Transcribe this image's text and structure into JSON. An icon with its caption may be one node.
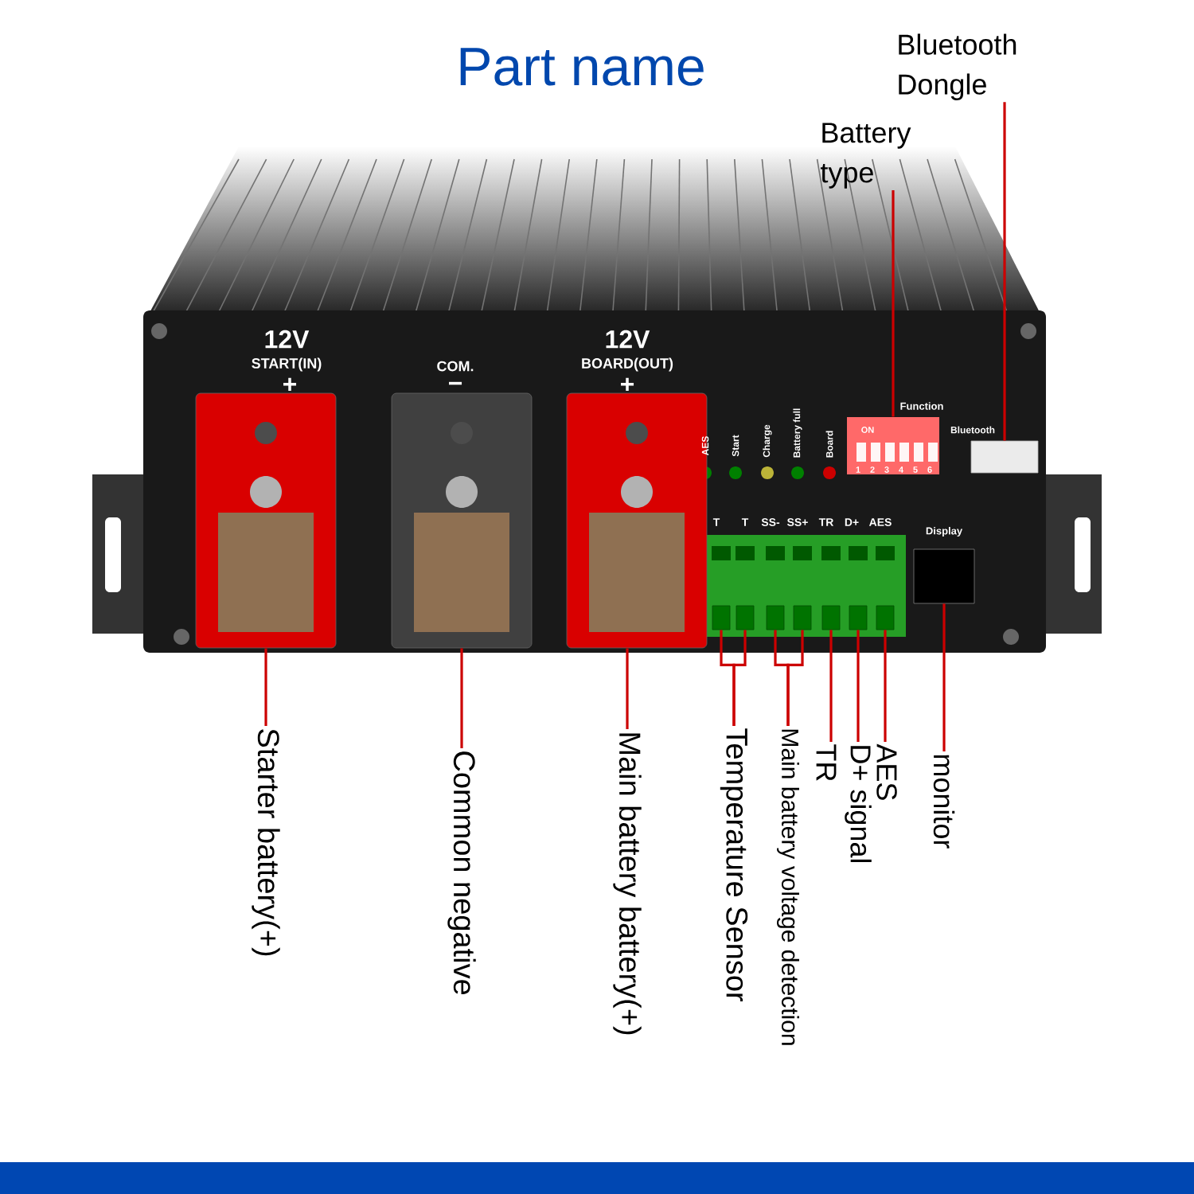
{
  "diagram": {
    "title": "Part name",
    "nodes": [
      {
        "text": [
          "Starter battery(+)"
        ]
      },
      {
        "text": [
          "Common negative"
        ]
      },
      {
        "text": [
          "Main battery battery(+)"
        ]
      },
      {
        "text": [
          "Temperature Sensor"
        ]
      },
      {
        "text": [
          "Main battery voltage detection"
        ]
      },
      {
        "text": [
          "TR"
        ]
      },
      {
        "text": [
          "D+ signal"
        ]
      },
      {
        "text": [
          "AES"
        ]
      },
      {
        "text": [
          "monitor"
        ]
      },
      {
        "text": [
          "Battery type"
        ]
      },
      {
        "text": [
          "Bluetooth Dongle"
        ]
      },
      {
        "text": [],
        "shape": "box",
        "beside": [
          "12V",
          "START(IN)",
          "+"
        ]
      },
      {
        "text": [],
        "shape": "box",
        "beside": [
          "COM.",
          "−"
        ]
      },
      {
        "text": [],
        "shape": "box",
        "beside": [
          "12V",
          "BOARD(OUT)",
          "+"
        ]
      },
      {
        "text": [],
        "shape": "box"
      },
      {
        "text": [],
        "shape": "box"
      },
      {
        "text": [],
        "shape": "box"
      },
      {
        "text": [],
        "shape": "box"
      },
      {
        "text": [],
        "shape": "box"
      },
      {
        "text": [],
        "shape": "box"
      },
      {
        "text": [],
        "shape": "box"
      },
      {
        "text": [],
        "shape": "box",
        "beside": [
          "Display"
        ]
      },
      {
        "text": [],
        "shape": "box",
        "beside": [
          "Function"
        ]
      },
      {
        "text": [],
        "shape": "box",
        "beside": [
          "Bluetooth"
        ]
      }
    ],
    "edges": [
      {
        "from": 0,
        "to": 11,
        "arrow": "none"
      },
      {
        "from": 1,
        "to": 12,
        "arrow": "none"
      },
      {
        "from": 2,
        "to": 13,
        "arrow": "none"
      },
      {
        "from": 3,
        "to": 14,
        "arrow": "none"
      },
      {
        "from": 3,
        "to": 15,
        "arrow": "none"
      },
      {
        "from": 4,
        "to": 16,
        "arrow": "none"
      },
      {
        "from": 4,
        "to": 17,
        "arrow": "none"
      },
      {
        "from": 5,
        "to": 18,
        "arrow": "none"
      },
      {
        "from": 6,
        "to": 19,
        "arrow": "none"
      },
      {
        "from": 7,
        "to": 20,
        "arrow": "none"
      },
      {
        "from": 8,
        "to": 21,
        "arrow": "none"
      },
      {
        "from": 9,
        "to": 22,
        "arrow": "none"
      },
      {
        "from": 10,
        "to": 23,
        "arrow": "none"
      }
    ],
    "labels": [
      "AES",
      "Start",
      "Charge",
      "Battery full",
      "Board",
      "ON",
      "1",
      "2",
      "3",
      "4",
      "5",
      "6",
      "T",
      "T",
      "SS-",
      "SS+",
      "TR",
      "D+",
      "AES"
    ]
  }
}
